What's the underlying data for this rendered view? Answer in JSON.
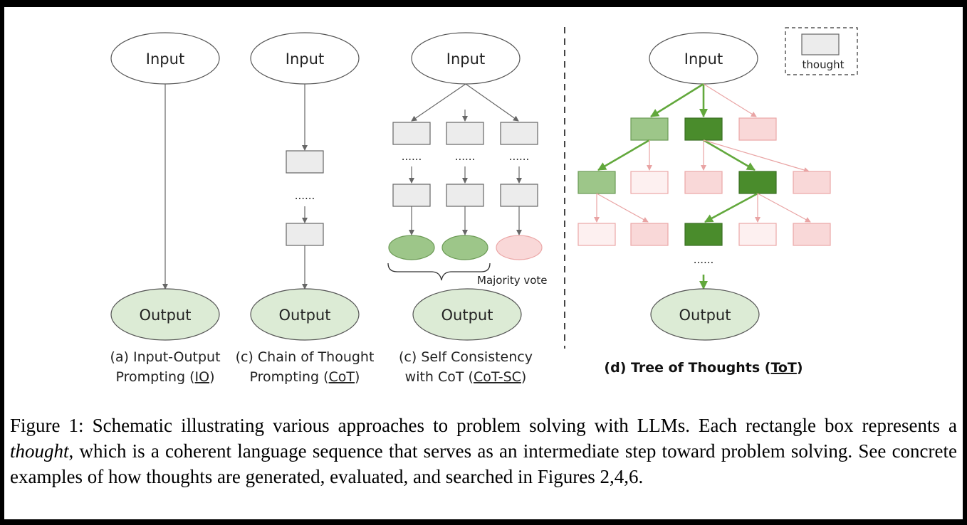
{
  "diagram": {
    "input_label": "Input",
    "output_label": "Output",
    "dots": "......",
    "majority_vote": "Majority vote",
    "legend_label": "thought",
    "panels": {
      "io": {
        "line1": "(a) Input-Output",
        "line2_prefix": "Prompting (",
        "line2_link": "IO",
        "line2_suffix": ")"
      },
      "cot": {
        "line1": "(c) Chain of Thought",
        "line2_prefix": "Prompting (",
        "line2_link": "CoT",
        "line2_suffix": ")"
      },
      "cotsc": {
        "line1": "(c) Self Consistency",
        "line2_prefix": "with CoT (",
        "line2_link": "CoT-SC",
        "line2_suffix": ")"
      },
      "tot": {
        "prefix": "(d) Tree of Thoughts (",
        "link": "ToT",
        "suffix": ")"
      }
    },
    "colors": {
      "thought_gray": "#ececec",
      "output_fill": "#dcebd5",
      "green_light": "#9dc689",
      "green_dark": "#4a8c2c",
      "green_arrow": "#62a83c",
      "pink_fill": "#f9d8d8",
      "pink_stroke": "#eba7a7",
      "pink_arrow": "#e9a4a4"
    }
  },
  "caption": {
    "part1": "Figure 1: Schematic illustrating various approaches to problem solving with LLMs. Each rectangle box represents a ",
    "italic": "thought",
    "part2": ", which is a coherent language sequence that serves as an intermediate step toward problem solving. See concrete examples of how thoughts are generated, evaluated, and searched in Figures 2,4,6."
  }
}
